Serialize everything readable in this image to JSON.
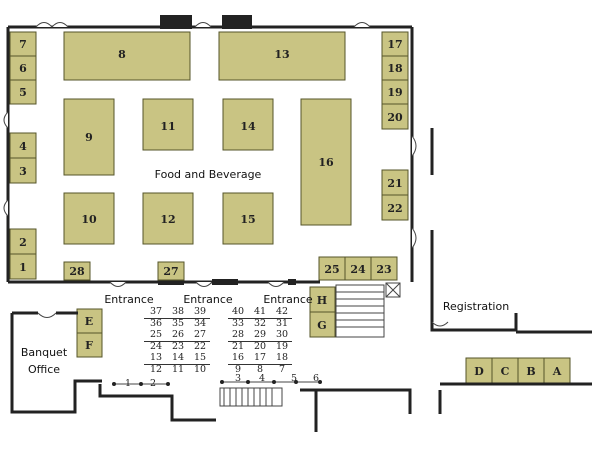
{
  "colors": {
    "booth_fill": "#c9c483",
    "booth_stroke": "#55552a",
    "wall": "#222222",
    "floor_line": "#444444"
  },
  "labels": {
    "food_beverage": "Food and Beverage",
    "entrance_left": "Entrance",
    "entrance_center": "Entrance",
    "entrance_right": "Entrance",
    "registration": "Registration",
    "banquet_line1": "Banquet",
    "banquet_line2": "Office"
  },
  "booths": {
    "b1": "1",
    "b2": "2",
    "b3": "3",
    "b4": "4",
    "b5": "5",
    "b6": "6",
    "b7": "7",
    "b8": "8",
    "b9": "9",
    "b10": "10",
    "b11": "11",
    "b12": "12",
    "b13": "13",
    "b14": "14",
    "b15": "15",
    "b16": "16",
    "b17": "17",
    "b18": "18",
    "b19": "19",
    "b20": "20",
    "b21": "21",
    "b22": "22",
    "b23": "23",
    "b24": "24",
    "b25": "25",
    "b27": "27",
    "b28": "28",
    "bA": "A",
    "bB": "B",
    "bC": "C",
    "bD": "D",
    "bE": "E",
    "bF": "F",
    "bG": "G",
    "bH": "H"
  },
  "table_numbers": {
    "left_col": [
      "37",
      "36",
      "25",
      "24",
      "13",
      "12"
    ],
    "mid_col": [
      "38",
      "35",
      "26",
      "23",
      "14",
      "11"
    ],
    "right_col": [
      "39",
      "34",
      "27",
      "22",
      "15",
      "10"
    ],
    "c2_left": [
      "40",
      "33",
      "28",
      "21",
      "16",
      "9"
    ],
    "c2_mid": [
      "41",
      "32",
      "29",
      "20",
      "17",
      "8"
    ],
    "c2_right": [
      "42",
      "31",
      "30",
      "19",
      "18",
      "7"
    ]
  },
  "lobby_numbers": [
    "1",
    "2",
    "3",
    "4",
    "5",
    "6"
  ]
}
